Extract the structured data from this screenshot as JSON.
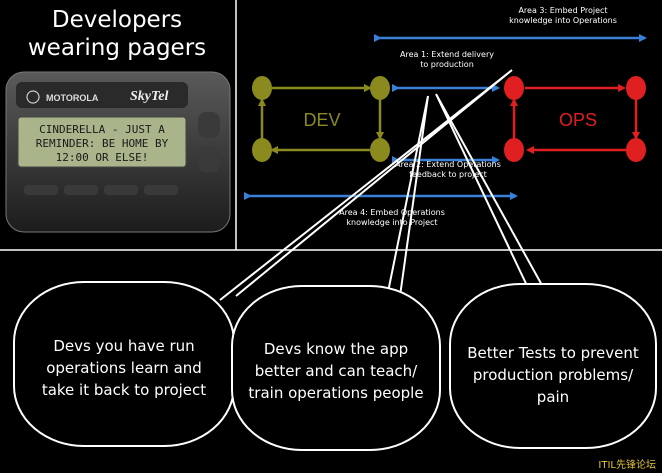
{
  "title": "Developers wearing pagers",
  "title_lines": [
    "Developers",
    "wearing pagers"
  ],
  "pager": {
    "brand_left": "MOTOROLA",
    "brand_right": "SkyTel",
    "screen_lines": [
      "CINDERELLA - JUST A",
      "REMINDER: BE HOME BY",
      "12:00 OR ELSE!"
    ]
  },
  "diagram": {
    "dev_label": "DEV",
    "ops_label": "OPS",
    "area1": [
      "Area 1: Extend delivery",
      "to production"
    ],
    "area2": [
      "Area 2: Extend Operations",
      "feedback to project"
    ],
    "area3": [
      "Area 3: Embed Project",
      "knowledge into Operations"
    ],
    "area4": [
      "Area 4: Embed Operations",
      "knowledge into Project"
    ],
    "colors": {
      "dev": "#8a8a1e",
      "ops": "#e02020",
      "arrow": "#3a7fd8"
    }
  },
  "bubbles": [
    {
      "lines": [
        "Devs you have run",
        "operations learn and",
        "take it back to project"
      ]
    },
    {
      "lines": [
        "Devs know the app",
        "better and can teach/",
        "train operations people"
      ]
    },
    {
      "lines": [
        "Better Tests to prevent",
        "production problems/",
        "pain"
      ]
    }
  ],
  "watermark": "ITIL先锋论坛"
}
